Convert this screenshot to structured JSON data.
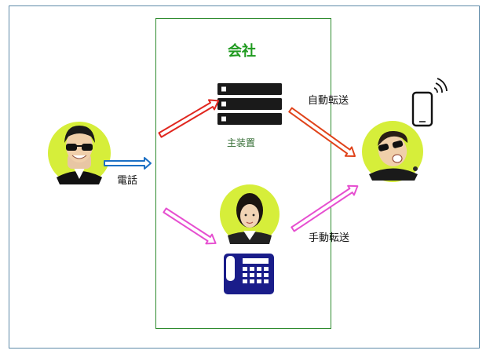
{
  "diagram": {
    "company_label": "会社",
    "server_label": "主装置",
    "call_label": "電話",
    "auto_transfer_label": "自動転送",
    "manual_transfer_label": "手動転送"
  },
  "colors": {
    "frame": "#5e8aa8",
    "company_border": "#2e8b2e",
    "company_text": "#1f9a1f",
    "arrow_call": "#1b6fc4",
    "arrow_to_server": "#e0271f",
    "arrow_auto": "#e0431a",
    "arrow_manual": "#e64fd0",
    "avatar_bg": "#d6ee3a",
    "server": "#1a1a1a",
    "phone_icon": "#1a1d8a"
  },
  "icons": {
    "caller": "caller-avatar",
    "receptionist": "receptionist-avatar",
    "recipient": "recipient-avatar",
    "server": "server-rack-icon",
    "desk_phone": "desk-phone-icon",
    "smartphone": "smartphone-wifi-icon"
  }
}
